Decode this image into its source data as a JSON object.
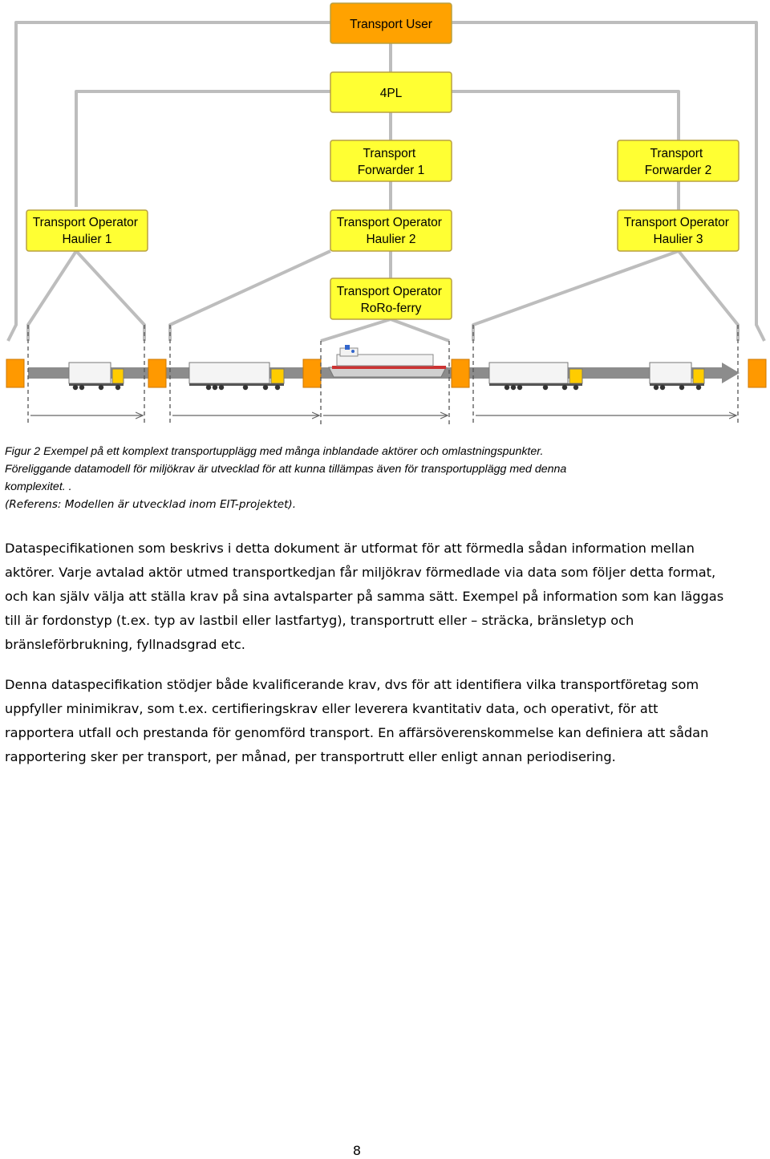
{
  "diagram": {
    "boxes": {
      "transport_user": [
        "Transport User"
      ],
      "fourpl": [
        "4PL"
      ],
      "forwarder1": [
        "Transport",
        "Forwarder 1"
      ],
      "forwarder2": [
        "Transport",
        "Forwarder 2"
      ],
      "haulier1": [
        "Transport Operator",
        "Haulier 1"
      ],
      "haulier2": [
        "Transport Operator",
        "Haulier 2"
      ],
      "haulier3": [
        "Transport Operator",
        "Haulier 3"
      ],
      "roro": [
        "Transport Operator",
        "RoRo-ferry"
      ]
    },
    "colors": {
      "box_fill": "#ffff33",
      "top_box_fill": "#ffa200",
      "box_border": "#b8a040",
      "connector": "#bdbdbd",
      "terminal": "#ff9900",
      "road": "#8c8c8c"
    }
  },
  "caption": {
    "line1": "Figur 2 Exempel på ett komplext transportupplägg med många inblandade aktörer och omlastningspunkter.",
    "line2": "Föreliggande datamodell för miljökrav är utvecklad för att kunna tillämpas även för transportupplägg med denna",
    "line3": "komplexitet. .",
    "line4": "(Referens: Modellen är utvecklad inom EIT-projektet)."
  },
  "body": {
    "p1": "Dataspecifikationen som beskrivs i detta dokument är utformat för att förmedla sådan information mellan aktörer. Varje avtalad aktör utmed transportkedjan får miljökrav förmedlade via data som följer detta format, och kan själv välja att ställa krav på sina avtalsparter på samma sätt. Exempel på information som kan läggas till är fordonstyp (t.ex. typ av lastbil eller lastfartyg), transportrutt eller – sträcka, bränsletyp och bränsleförbrukning, fyllnadsgrad etc.",
    "p2": "Denna dataspecifikation stödjer både kvalificerande krav, dvs för att identifiera vilka transportföretag som uppfyller minimikrav, som t.ex. certifieringskrav eller leverera kvantitativ data, och operativt, för att rapportera utfall och prestanda för genomförd transport. En affärsöverenskommelse kan definiera att sådan rapportering sker per transport, per månad, per transportrutt eller enligt annan periodisering."
  },
  "page_number": "8"
}
